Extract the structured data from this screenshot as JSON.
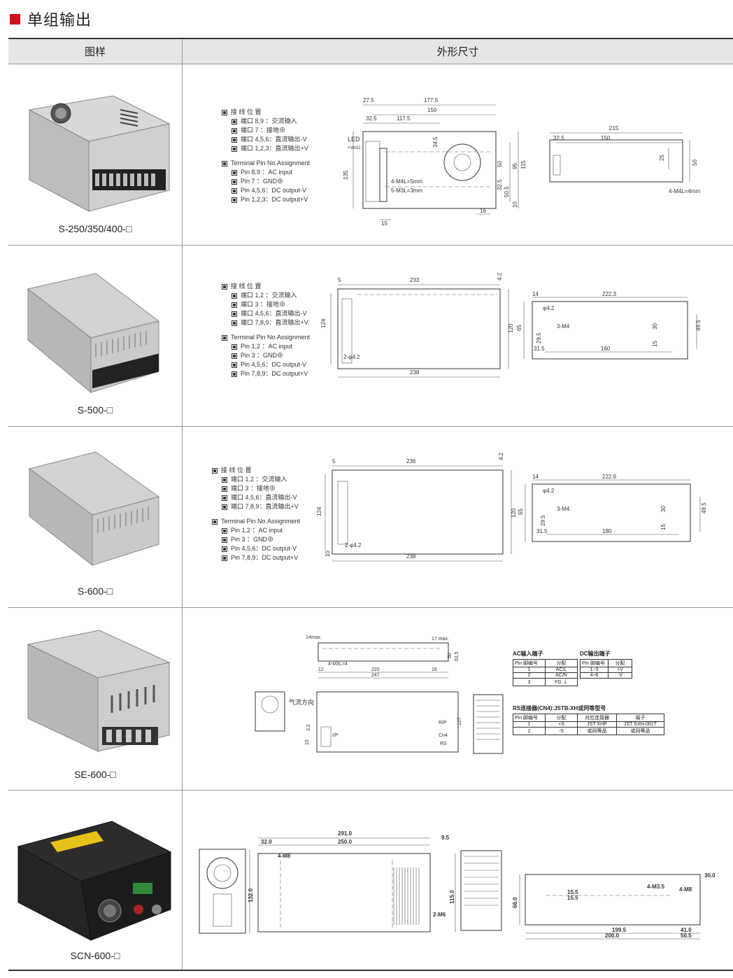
{
  "page": {
    "title": "单组输出"
  },
  "table": {
    "headers": {
      "image_col": "图样",
      "dims_col": "外形尺寸"
    }
  },
  "rows": [
    {
      "model": "S-250/350/400-□",
      "pins_cn_title": "接 线 位 置",
      "pins_cn": [
        "端口 8,9 ：交流输入",
        "端口 7 ：接地⊕",
        "端口 4,5,6：直流输出-V",
        "端口 1,2,3：直流输出+V"
      ],
      "pins_en_title": "Terminal Pin No.Assignment",
      "pins_en": [
        "Pin 8,9 ：AC input",
        "Pin 7 ：GND⊕",
        "Pin 4,5,6：DC output-V",
        "Pin 1,2,3：DC output+V"
      ],
      "dims": [
        "27.5",
        "177.5",
        "150",
        "32.5",
        "117.5",
        "34.5",
        "50",
        "95",
        "115",
        "4-M4L=5mm",
        "5-M3L=3mm",
        "32.5",
        "50.5",
        "10",
        "16",
        "15",
        "135",
        "215",
        "32.5",
        "150",
        "25",
        "50",
        "4-M4L=4mm",
        "LED",
        "+VADJ"
      ]
    },
    {
      "model": "S-500-□",
      "pins_cn_title": "接 线 位 置",
      "pins_cn": [
        "端口 1,2 ：交流输入",
        "端口 3 ：接地⊕",
        "端口 4,5,6：直流输出-V",
        "端口 7,8,9：直流输出+V"
      ],
      "pins_en_title": "Terminal Pin No.Assignment",
      "pins_en": [
        "Pin 1,2 ：AC input",
        "Pin 3 ：GND⊕",
        "Pin 4,5,6：DC output-V",
        "Pin 7,8,9：DC output+V"
      ],
      "dims": [
        "5",
        "233",
        "4.2",
        "124",
        "120",
        "2-φ4.2",
        "238",
        "14",
        "222.3",
        "φ4.2",
        "65",
        "3-M4",
        "30",
        "49.5",
        "29.5",
        "15",
        "31.5",
        "160"
      ]
    },
    {
      "model": "S-600-□",
      "pins_cn_title": "接 线 位 置",
      "pins_cn": [
        "端口 1,2 ：交流输入",
        "端口 3 ：接地⊕",
        "端口 4,5,6：直流输出-V",
        "端口 7,8,9：直流输出+V"
      ],
      "pins_en_title": "Terminal Pin No.Assignment",
      "pins_en": [
        "Pin 1,2 ：AC input",
        "Pin 3 ：GND⊕",
        "Pin 4,5,6：DC output-V",
        "Pin 7,8,9：DC output+V"
      ],
      "dims": [
        "5",
        "236",
        "4.2",
        "124",
        "120",
        "2-φ4.2",
        "10",
        "238",
        "14",
        "222.6",
        "φ4.2",
        "65",
        "3-M4",
        "30",
        "49.5",
        "29.5",
        "15",
        "31.5",
        "180"
      ]
    },
    {
      "model": "SE-600-□",
      "dims": [
        "14max.",
        "17 max.",
        "4-M3L=4",
        "50",
        "63.5",
        "12",
        "220",
        "247",
        "16",
        "气流方向",
        "127",
        "R/P",
        "Cn4",
        "RS",
        "3.2",
        "19",
        "I/P"
      ],
      "ac_table": {
        "title": "AC输入端子",
        "header": [
          "Pin 脚编号",
          "分配"
        ],
        "rows": [
          [
            "1",
            "AC/L"
          ],
          [
            "2",
            "AC/N"
          ],
          [
            "3",
            "FG ⏚"
          ]
        ]
      },
      "dc_table": {
        "title": "DC输出端子",
        "header": [
          "Pin 脚编号",
          "分配"
        ],
        "rows": [
          [
            "1~3",
            "+V"
          ],
          [
            "4~6",
            "-V"
          ]
        ]
      },
      "rs_table": {
        "title": "RS连接器(CN4):JSTB-XH或同等型号",
        "header": [
          "Pin 脚编号",
          "分配",
          "对应连接器",
          "端子"
        ],
        "rows": [
          [
            "1",
            "+S",
            "JST XHP",
            "JST SXH-001T"
          ],
          [
            "2",
            "-S",
            "或同等品",
            "或同等品"
          ]
        ]
      }
    },
    {
      "model": "SCN-600-□",
      "dims": [
        "291.0",
        "32.0",
        "250.0",
        "9.5",
        "4-M8",
        "132.0",
        "115.0",
        "2-M6",
        "66.0",
        "15.5",
        "15.5",
        "4-M3.5",
        "4-M8",
        "30.0",
        "199.5",
        "41.0",
        "200.0",
        "50.5"
      ]
    }
  ]
}
